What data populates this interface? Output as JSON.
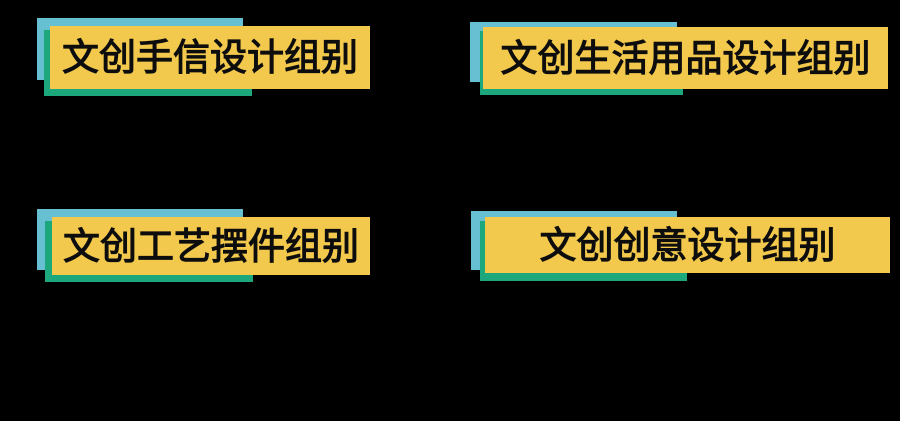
{
  "page": {
    "background": "#000000"
  },
  "colors": {
    "page_bg": "#000000",
    "banner_yellow": "#F2C94C",
    "accent_blue": "#66C0D2",
    "accent_green": "#1CA87C",
    "text_black": "#0D0D0D"
  },
  "banners": [
    {
      "text": "文创手信设计组别"
    },
    {
      "text": "文创生活用品设计组别"
    },
    {
      "text": "文创工艺摆件组别"
    },
    {
      "text": "文创创意设计组别"
    }
  ]
}
